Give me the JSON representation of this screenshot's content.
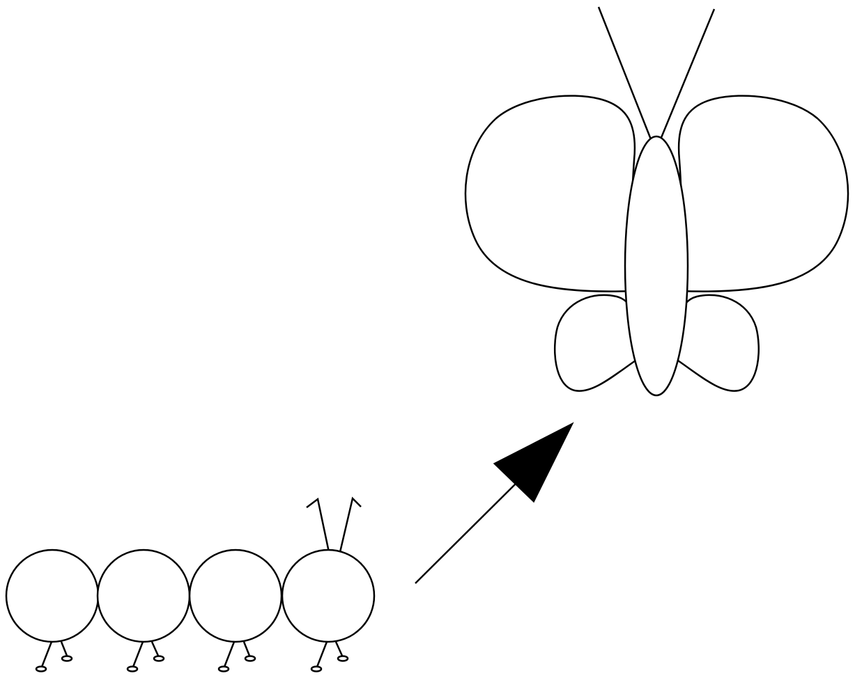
{
  "figure": {
    "stroke_color": "#000000",
    "fill_color": "#ffffff",
    "arrow_fill": "#000000"
  },
  "caterpillar": {
    "segment_count": 4,
    "legs_per_segment": 2
  },
  "butterfly": {
    "wing_count": 4,
    "antenna_count": 2
  },
  "arrow": {
    "direction": "up-right"
  }
}
